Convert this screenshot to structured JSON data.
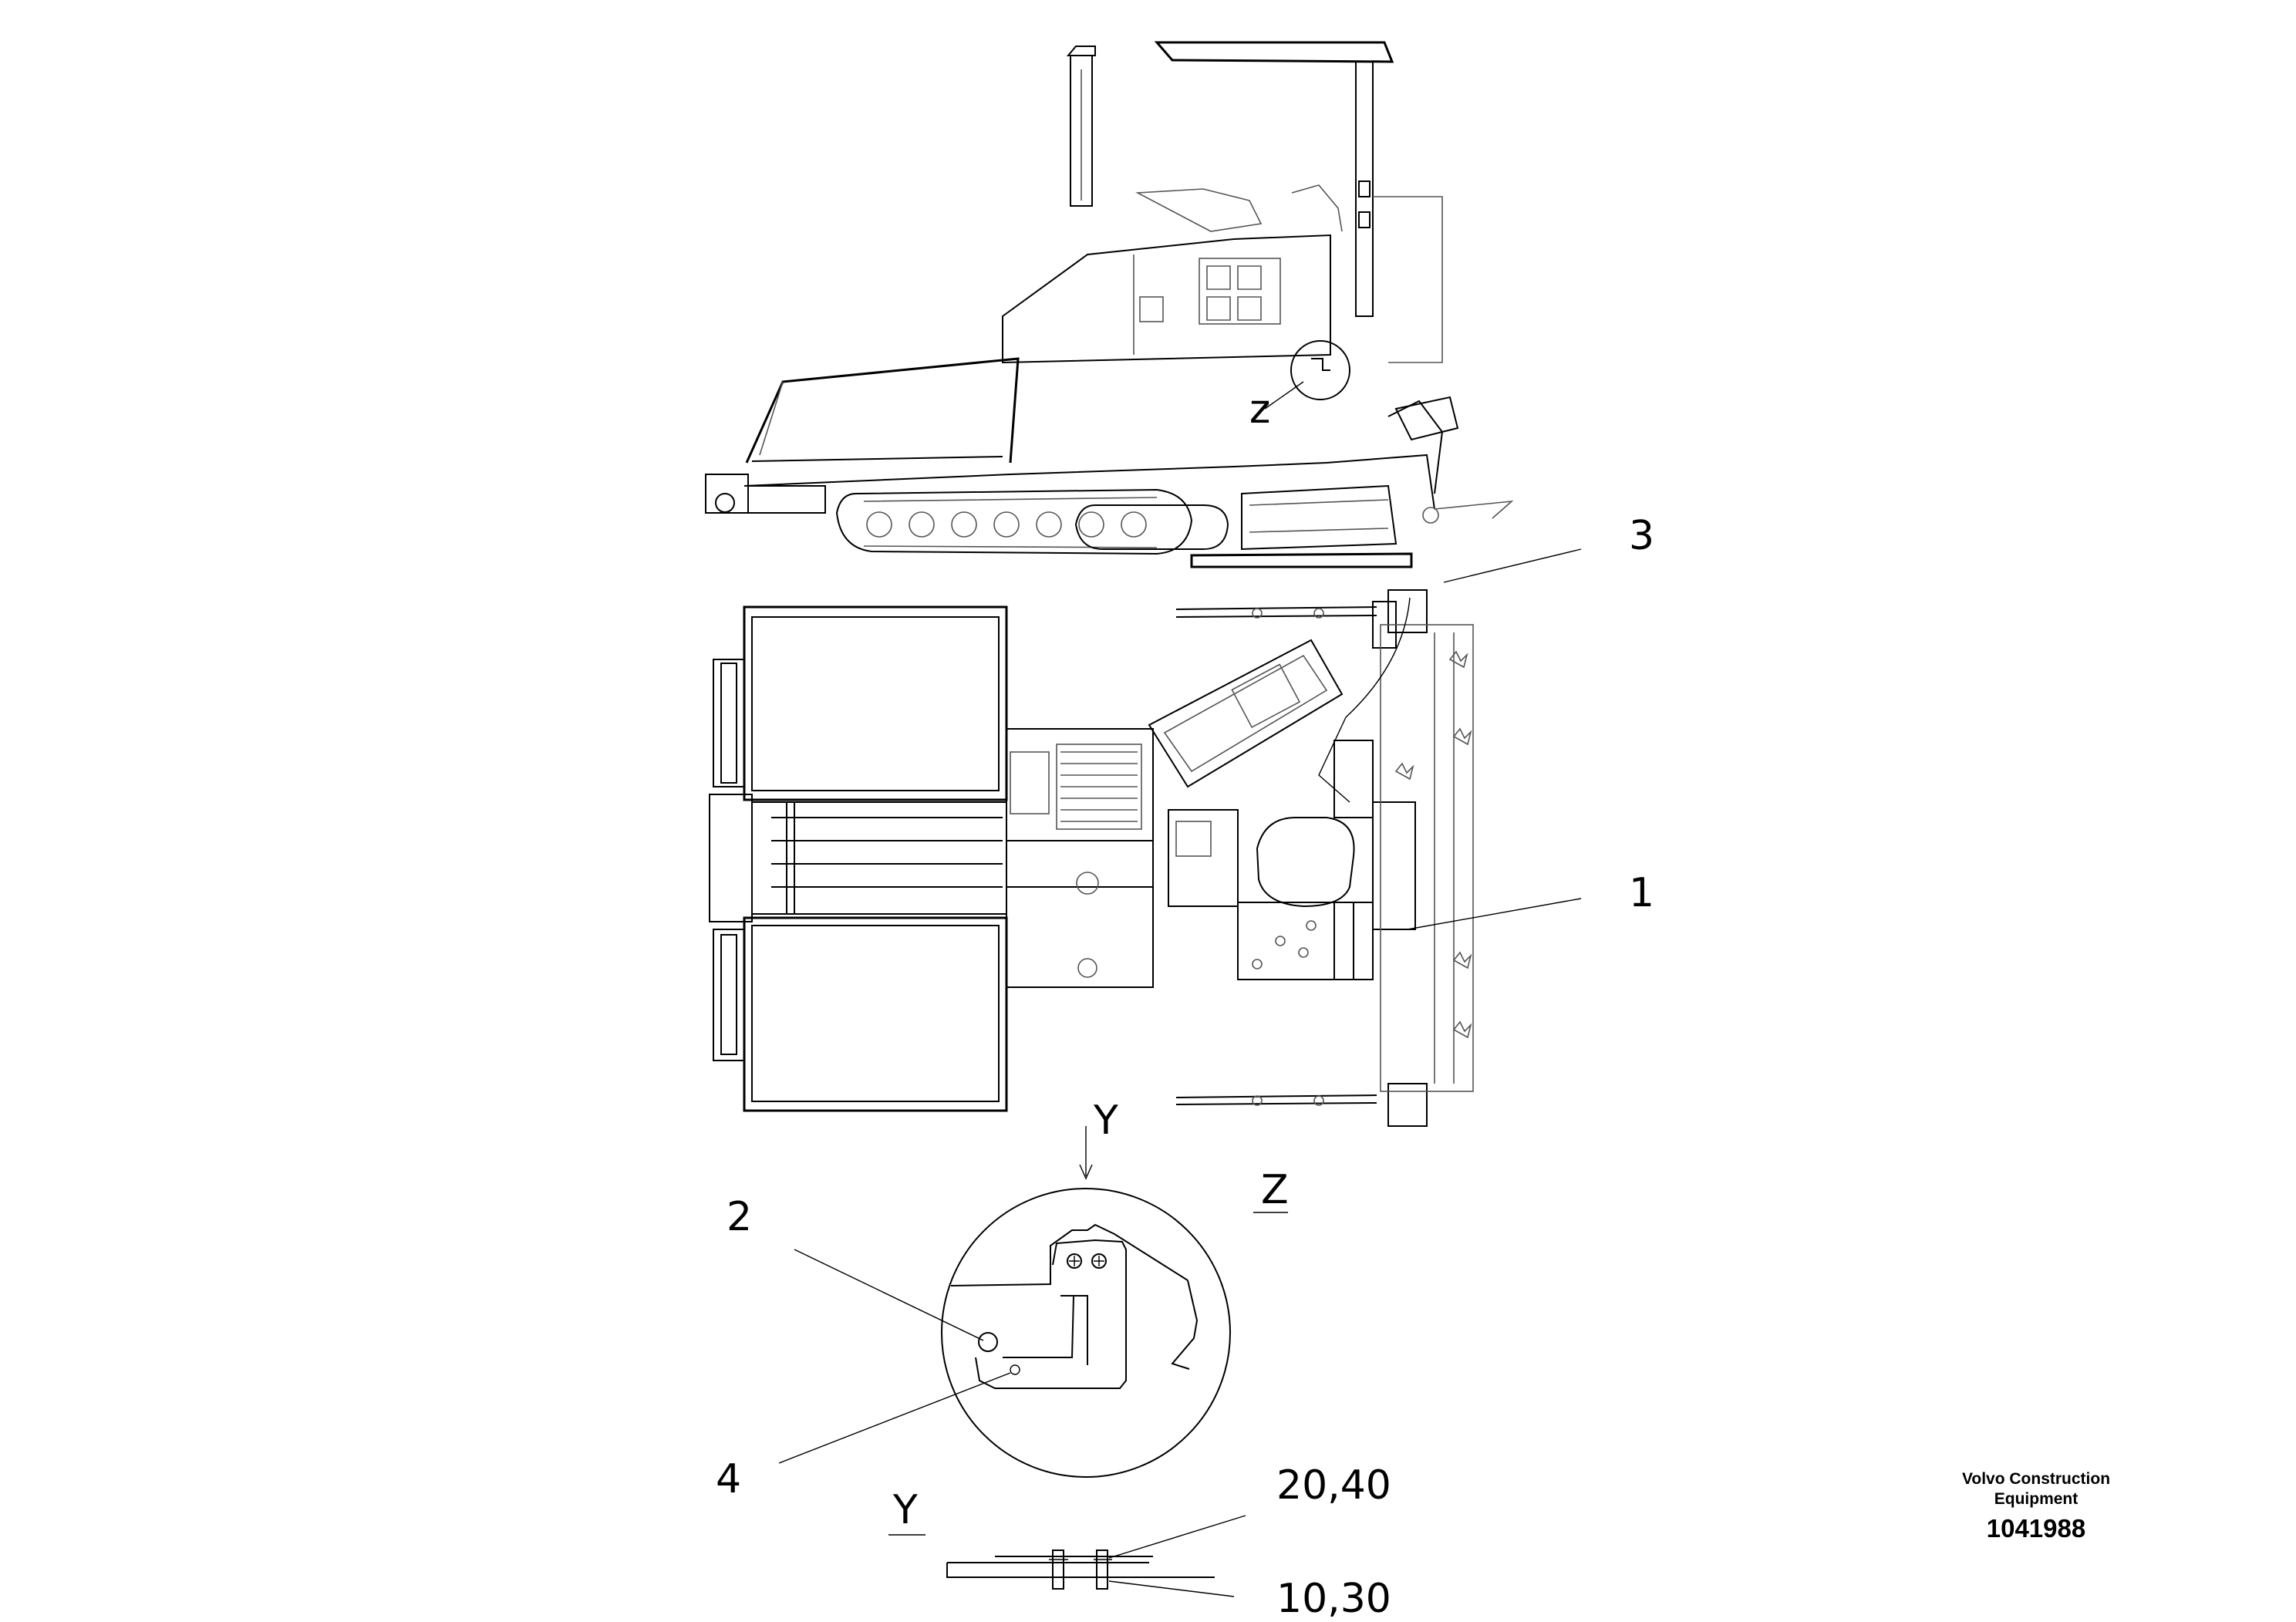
{
  "callouts": {
    "item_1": "1",
    "item_2": "2",
    "item_3": "3",
    "item_4": "4",
    "detail_z_small": "z",
    "detail_z_title": "Z",
    "view_y_arrow": "Y",
    "view_y_title": "Y",
    "torque_top": "20,40",
    "torque_bottom": "10,30"
  },
  "title_block": {
    "company": "Volvo Construction Equipment",
    "drawing_number": "1041988"
  }
}
